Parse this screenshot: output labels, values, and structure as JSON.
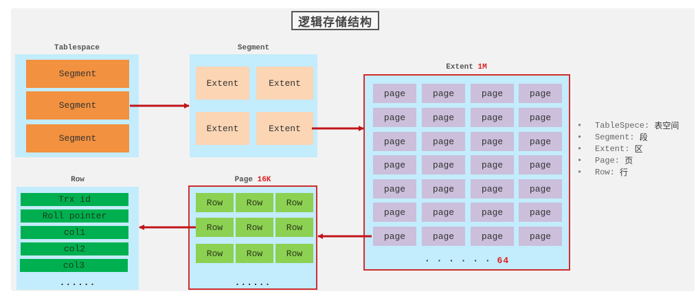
{
  "title": "逻辑存储结构",
  "tablespace": {
    "caption": "Tablespace",
    "items": [
      "Segment",
      "Segment",
      "Segment"
    ]
  },
  "segment": {
    "caption": "Segment",
    "items": [
      "Extent",
      "Extent",
      "Extent",
      "Extent"
    ]
  },
  "extent": {
    "caption": "Extent",
    "size": "1M",
    "items": [
      "page",
      "page",
      "page",
      "page",
      "page",
      "page",
      "page",
      "page",
      "page",
      "page",
      "page",
      "page",
      "page",
      "page",
      "page",
      "page",
      "page",
      "page",
      "page",
      "page",
      "page",
      "page",
      "page",
      "page",
      "page",
      "page",
      "page",
      "page"
    ],
    "more": "· · · · · ·",
    "count": "64"
  },
  "page": {
    "caption": "Page",
    "size": "16K",
    "items": [
      "Row",
      "Row",
      "Row",
      "Row",
      "Row",
      "Row",
      "Row",
      "Row",
      "Row"
    ],
    "more": "......"
  },
  "row": {
    "caption": "Row",
    "items": [
      "Trx id",
      "Roll pointer",
      "col1",
      "col2",
      "col3"
    ],
    "more": "......"
  },
  "legend": [
    {
      "term": "TableSpece:",
      "meaning": "表空间"
    },
    {
      "term": "Segment:",
      "meaning": "段"
    },
    {
      "term": "Extent:",
      "meaning": "区"
    },
    {
      "term": "Page:",
      "meaning": "页"
    },
    {
      "term": "Row:",
      "meaning": "行"
    }
  ],
  "colors": {
    "container": "#c3ecfc",
    "segment": "#f2913f",
    "extent": "#fbd5b4",
    "page": "#cbbfdb",
    "row": "#8cd152",
    "field": "#00b050",
    "arrow": "#c0151b",
    "highlight": "#e02020"
  }
}
